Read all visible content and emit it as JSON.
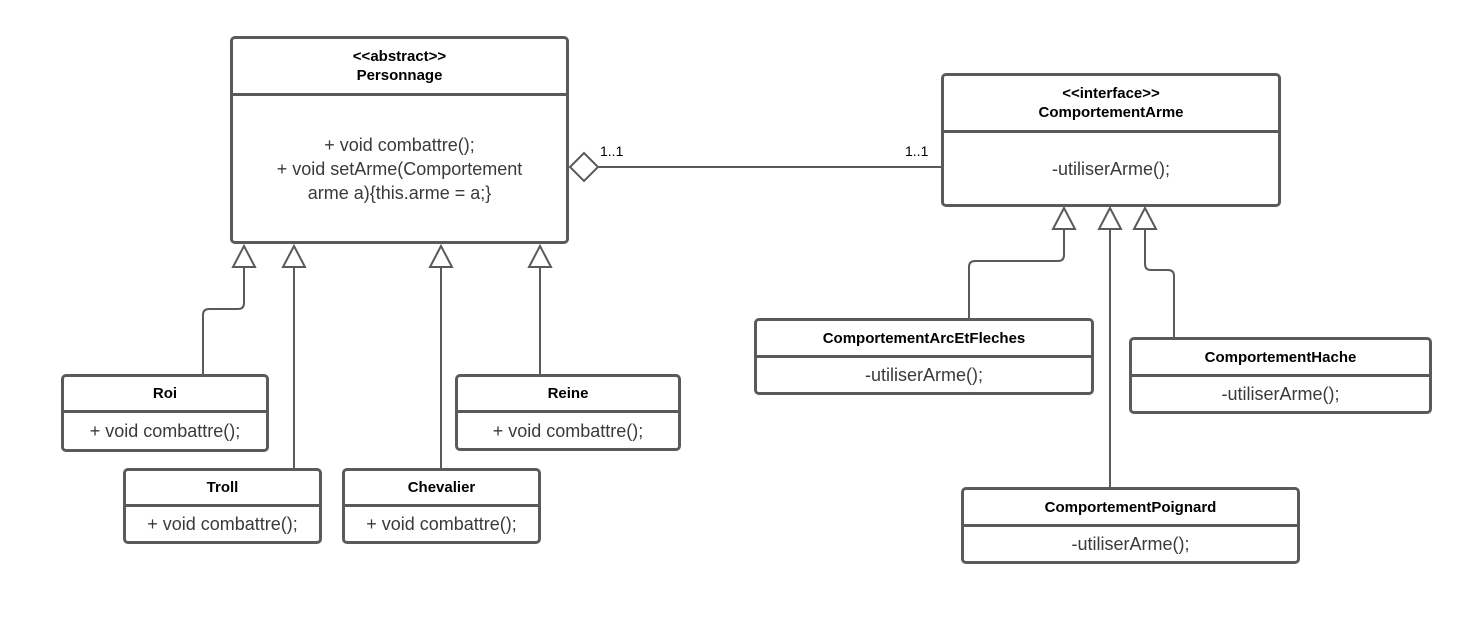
{
  "personnage": {
    "stereotype": "<<abstract>>",
    "name": "Personnage",
    "methods": [
      "+ void combattre();",
      "+ void setArme(Comportement",
      "arme a){this.arme = a;}"
    ]
  },
  "comportement_arme": {
    "stereotype": "<<interface>>",
    "name": "ComportementArme",
    "method": "-utiliserArme();"
  },
  "roi": {
    "name": "Roi",
    "method": "+ void combattre();"
  },
  "troll": {
    "name": "Troll",
    "method": "+ void combattre();"
  },
  "chevalier": {
    "name": "Chevalier",
    "method": "+ void combattre();"
  },
  "reine": {
    "name": "Reine",
    "method": "+ void combattre();"
  },
  "arc": {
    "name": "ComportementArcEtFleches",
    "method": "-utiliserArme();"
  },
  "hache": {
    "name": "ComportementHache",
    "method": "-utiliserArme();"
  },
  "poignard": {
    "name": "ComportementPoignard",
    "method": "-utiliserArme();"
  },
  "association": {
    "left_multiplicity": "1..1",
    "right_multiplicity": "1..1"
  },
  "colors": {
    "stroke": "#5a5a5a",
    "text": "#333333"
  }
}
